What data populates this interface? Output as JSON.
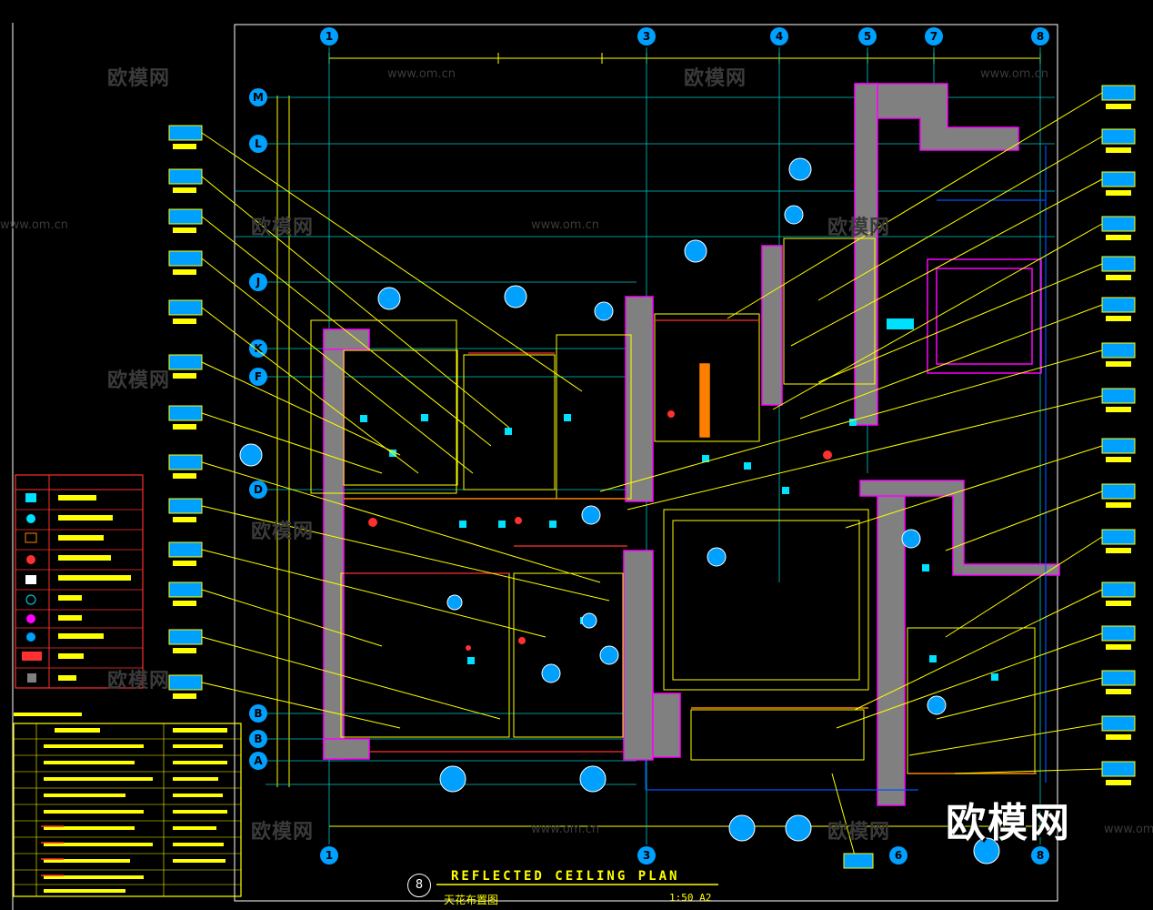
{
  "drawing": {
    "title": "REFLECTED CEILING PLAN",
    "subtitle": "天花布置图",
    "scale": "1:50  A2",
    "sheet_number": "8"
  },
  "grid": {
    "columns": [
      "1",
      "3",
      "4",
      "5",
      "7",
      "8"
    ],
    "rows": [
      "M",
      "L",
      "J",
      "K",
      "F",
      "D",
      "B",
      "B",
      "A"
    ]
  },
  "watermark": {
    "brand": "欧模网",
    "url": "www.om.cn"
  },
  "colors": {
    "background": "#000000",
    "grid_line": "#00ffff",
    "wall_fill": "#808080",
    "wall_outline": "#ff00ff",
    "leader": "#ffff00",
    "ceiling_line": "#ffff00",
    "accent_red": "#ff3030",
    "accent_blue": "#0050ff",
    "tag_fill": "#00a0ff"
  }
}
